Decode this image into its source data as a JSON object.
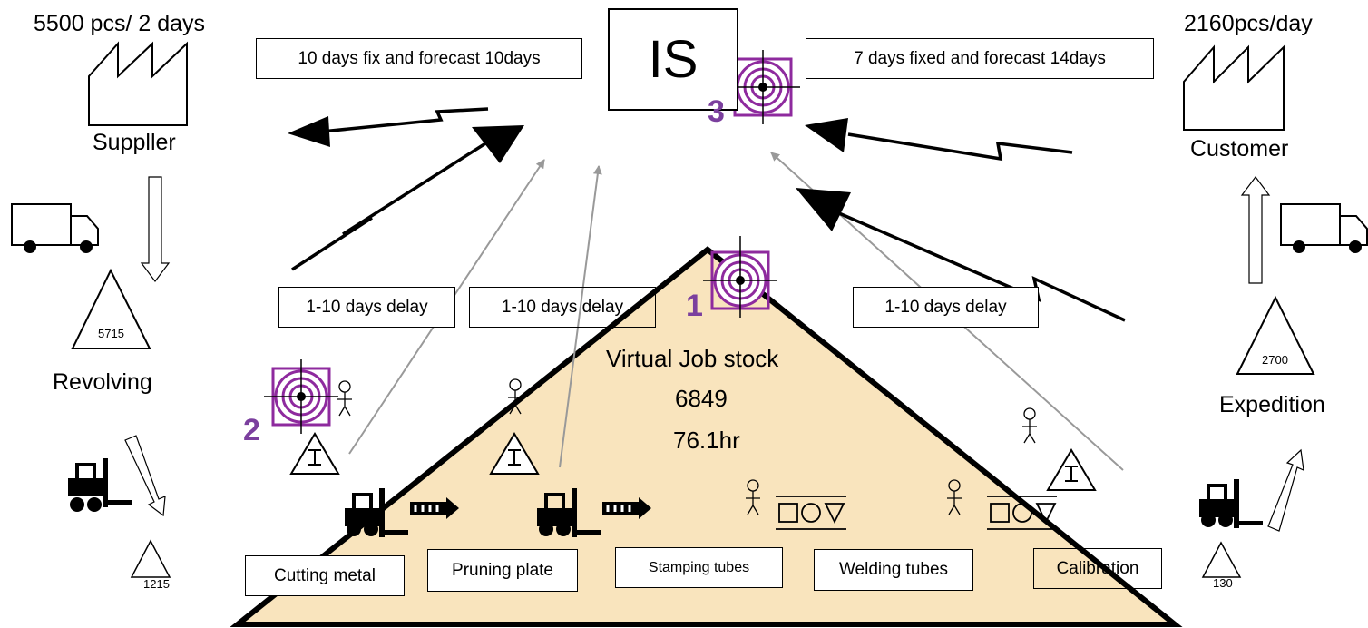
{
  "supplier": {
    "rate": "5500 pcs/ 2 days",
    "label": "Suppller"
  },
  "customer": {
    "rate": "2160pcs/day",
    "label": "Customer"
  },
  "info_system": {
    "label": "IS"
  },
  "orders": {
    "supplier_box": "10 days fix and  forecast 10days",
    "customer_box": "7 days fixed and  forecast 14days"
  },
  "delays": [
    "1-10 days delay",
    "1-10 days delay",
    "1-10 days delay"
  ],
  "inventories": {
    "revolving_value": "5715",
    "revolving_label": "Revolving",
    "supplier_small": "1215",
    "expedition_value": "2700",
    "expedition_label": "Expedition",
    "customer_small": "130"
  },
  "job_stock": {
    "title": "Virtual  Job stock",
    "units": "6849",
    "hours": "76.1hr"
  },
  "processes": [
    "Cutting metal",
    "Pruning plate",
    "Stamping tubes",
    "Welding tubes",
    "Calibration"
  ],
  "markers": [
    "1",
    "2",
    "3"
  ],
  "colors": {
    "triangle_fill": "#f9e4bd",
    "target": "#8e2a9e",
    "number": "#7b3f9e"
  },
  "icons": [
    "factory-icon",
    "truck-icon",
    "forklift-icon",
    "push-arrow-icon",
    "operator-icon",
    "target-icon",
    "kanban-icon",
    "inventory-triangle-icon"
  ]
}
